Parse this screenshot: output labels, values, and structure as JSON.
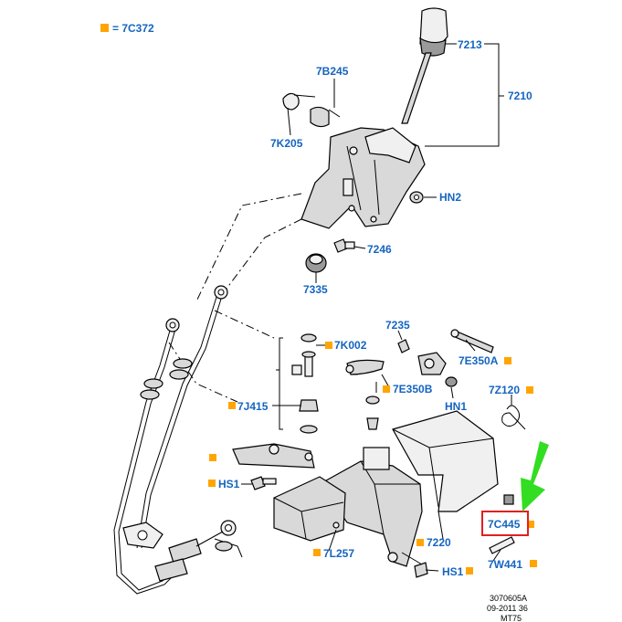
{
  "legend": {
    "marker_color": "#ffa500",
    "text": "= 7C372"
  },
  "label_color": "#1565c0",
  "callouts": {
    "c7213": "7213",
    "c7210": "7210",
    "c7B245": "7B245",
    "c7K205": "7K205",
    "cHN2": "HN2",
    "c7246": "7246",
    "c7335": "7335",
    "c7235": "7235",
    "c7K002": "7K002",
    "c7E350A": "7E350A",
    "c7E350B": "7E350B",
    "cHN1": "HN1",
    "c7Z120": "7Z120",
    "c7J415": "7J415",
    "cHS1a": "HS1",
    "c7C445": "7C445",
    "c7W441": "7W441",
    "c7220": "7220",
    "c7L257": "7L257",
    "cHS1b": "HS1"
  },
  "highlight": {
    "box_color": "#e02020",
    "arrow_color": "#33dd22",
    "target": "7C445"
  },
  "footer": {
    "line1": "3070605A",
    "line2": "09-2011 36",
    "line3": "MT75"
  }
}
